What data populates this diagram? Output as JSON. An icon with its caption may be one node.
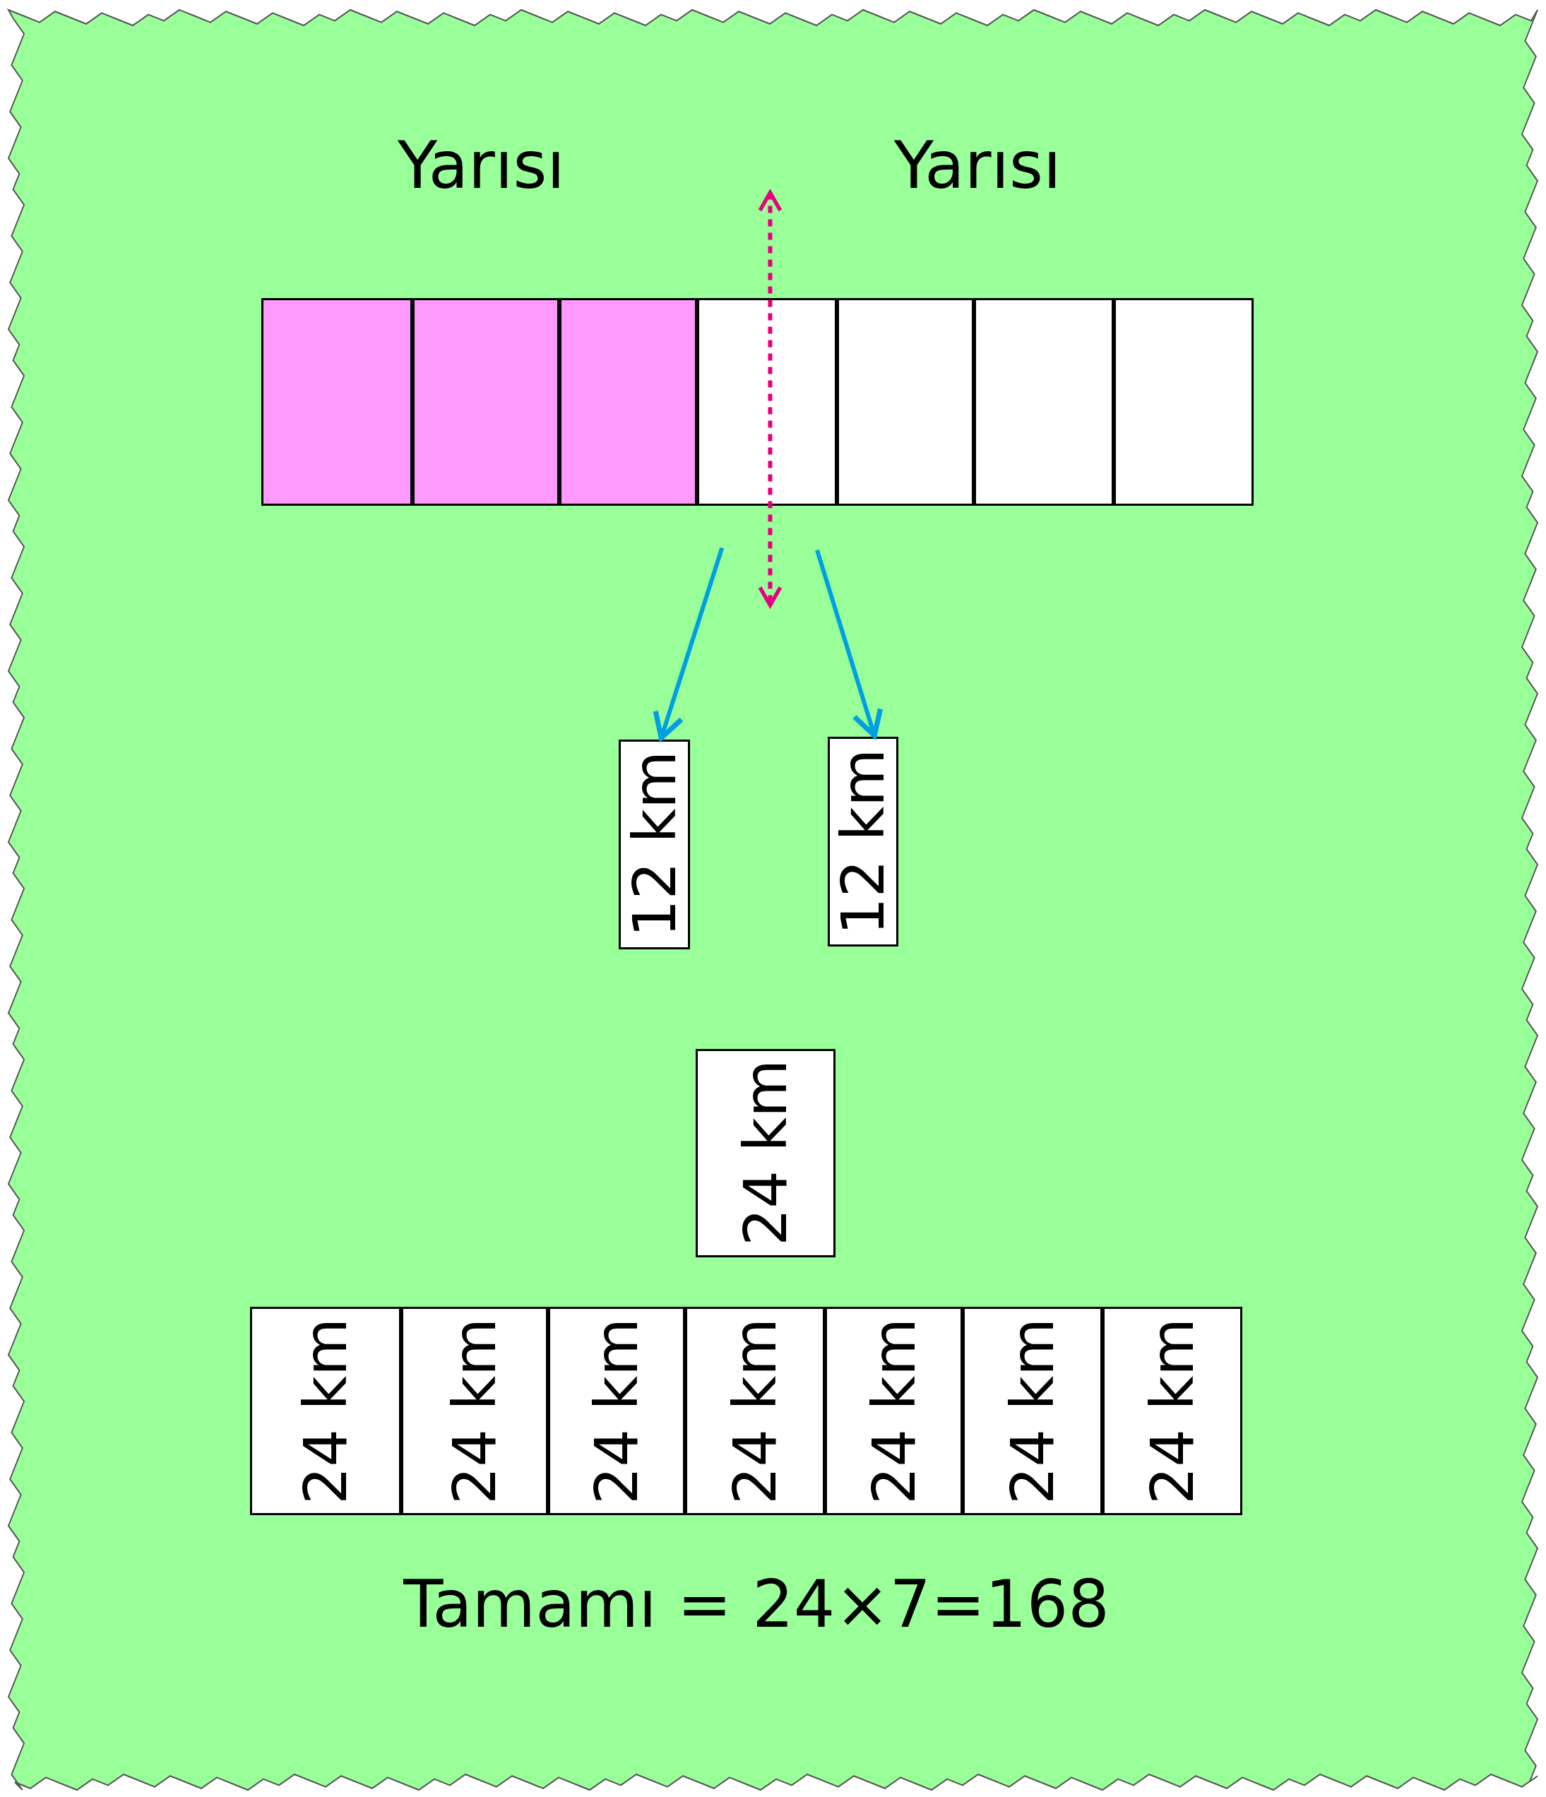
{
  "diagram": {
    "nodes": [
      {
        "text": [],
        "shape": "box"
      },
      {
        "text": [],
        "shape": "box"
      },
      {
        "text": [],
        "shape": "box"
      },
      {
        "text": [],
        "shape": "box"
      },
      {
        "text": [],
        "shape": "box"
      },
      {
        "text": [],
        "shape": "box"
      },
      {
        "text": [],
        "shape": "box"
      },
      {
        "text": [
          "12 km"
        ]
      },
      {
        "text": [
          "12 km"
        ]
      },
      {
        "text": [
          "24 km"
        ]
      },
      {
        "text": [
          "24 km"
        ]
      },
      {
        "text": [
          "24 km"
        ]
      },
      {
        "text": [
          "24 km"
        ]
      },
      {
        "text": [
          "24 km"
        ]
      },
      {
        "text": [
          "24 km"
        ]
      },
      {
        "text": [
          "24 km"
        ]
      },
      {
        "text": [
          "24 km"
        ]
      }
    ],
    "edges": [
      {
        "from": null,
        "to": 7,
        "arrow": "to"
      },
      {
        "from": null,
        "to": 8,
        "arrow": "to"
      }
    ],
    "labels": [
      "Yarısı",
      "Yarısı",
      "Tamamı = 24×7=168"
    ]
  }
}
